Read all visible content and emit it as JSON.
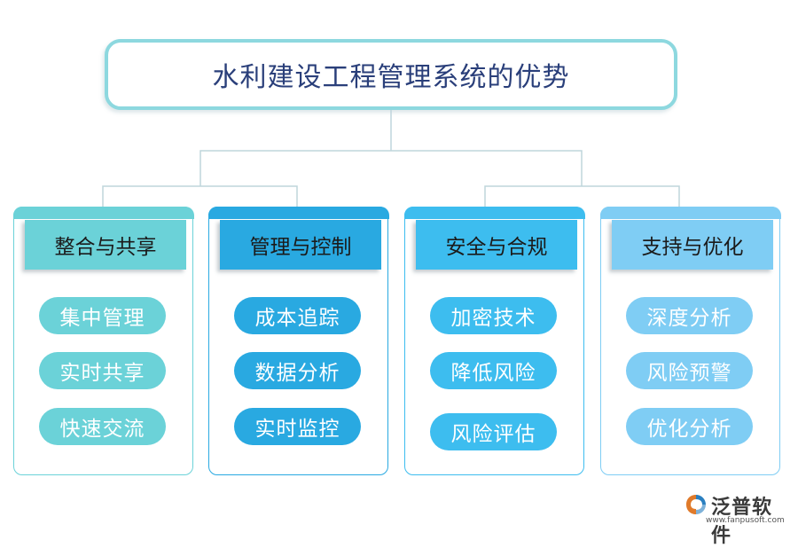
{
  "title": "水利建设工程管理系统的优势",
  "colors": {
    "title_border": "#8dd8df",
    "title_text": "#2a3f7a",
    "connector": "#bfd5dc"
  },
  "columns": [
    {
      "header": "整合与共享",
      "color": "#6bd2d8",
      "items": [
        "集中管理",
        "实时共享",
        "快速交流"
      ]
    },
    {
      "header": "管理与控制",
      "color": "#29a9e1",
      "items": [
        "成本追踪",
        "数据分析",
        "实时监控"
      ]
    },
    {
      "header": "安全与合规",
      "color": "#3dbdef",
      "items": [
        "加密技术",
        "降低风险",
        "风险评估"
      ]
    },
    {
      "header": "支持与优化",
      "color": "#7fcdf4",
      "items": [
        "深度分析",
        "风险预警",
        "优化分析"
      ]
    }
  ],
  "logo": {
    "name": "泛普软件",
    "url": "www.fanpusoft.com",
    "icon": "fanpu-logo-icon"
  }
}
